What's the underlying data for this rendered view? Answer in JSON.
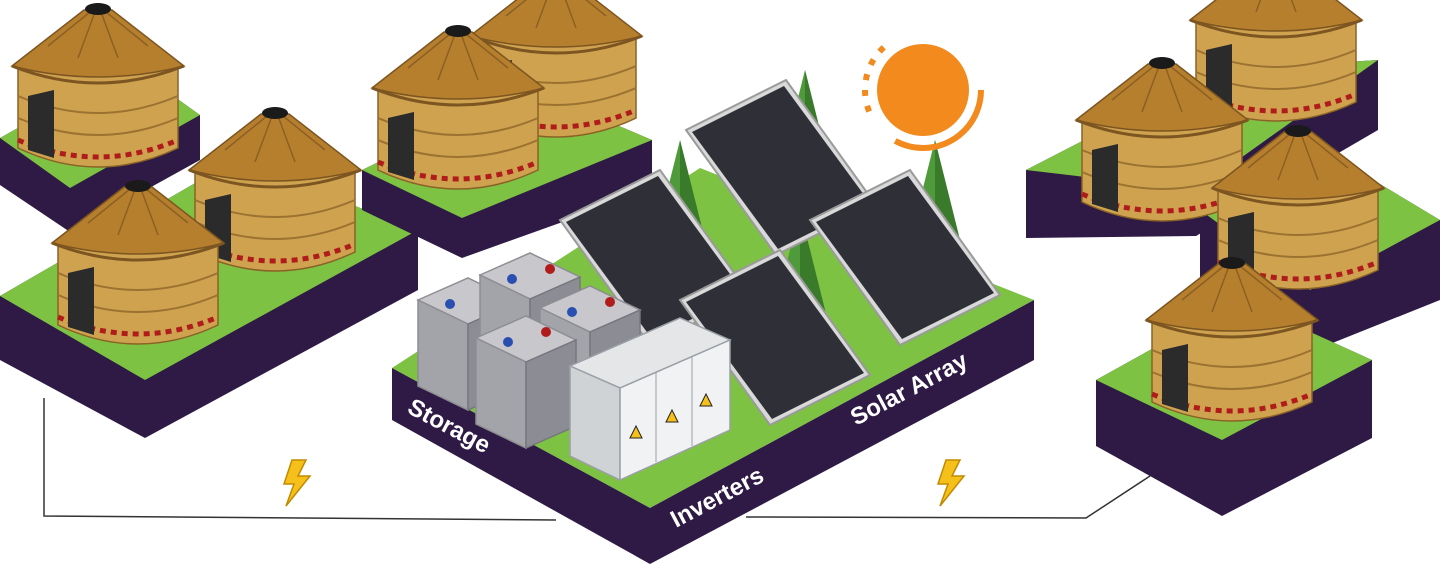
{
  "labels": {
    "storage": "Storage",
    "inverters": "Inverters",
    "solar_array": "Solar Array"
  },
  "icons": {
    "hut": "hut-icon",
    "battery": "battery-icon",
    "inverter": "inverter-cabinet-icon",
    "solar_panel": "solar-panel-icon",
    "tree": "tree-icon",
    "sun": "sun-icon",
    "lightning": "lightning-bolt-icon"
  },
  "colors": {
    "grass": "#7dc242",
    "base": "#2e1a44",
    "thatch": "#c8973f",
    "panel": "#35353f",
    "sun": "#f28a1d",
    "lightning": "#f5c01a"
  }
}
